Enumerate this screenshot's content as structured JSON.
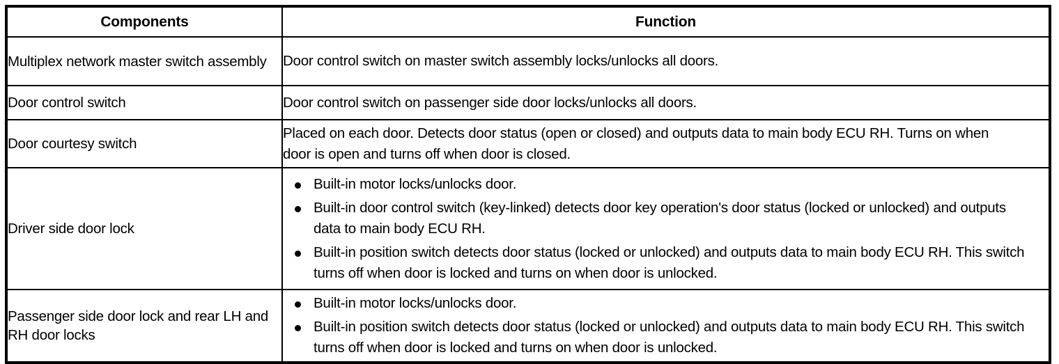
{
  "table": {
    "headers": {
      "components": "Components",
      "function": "Function"
    },
    "rows": [
      {
        "component": "Multiplex network master switch assembly",
        "function_type": "paragraph",
        "function_text": "Door control switch on master switch assembly locks/unlocks all doors."
      },
      {
        "component": "Door control switch",
        "function_type": "paragraph",
        "function_text": "Door control switch on passenger side door locks/unlocks all doors."
      },
      {
        "component": "Door courtesy switch",
        "function_type": "paragraph",
        "function_text": "Placed on each door. Detects door status (open or closed) and outputs data to main body ECU RH. Turns on when door is open and turns off when door is closed."
      },
      {
        "component": "Driver side door lock",
        "function_type": "bullets",
        "bullets": [
          "Built-in motor locks/unlocks door.",
          "Built-in door control switch (key-linked) detects door key operation's door status (locked or unlocked) and outputs data to main body ECU RH.",
          "Built-in position switch detects door status (locked or unlocked) and outputs data to main body ECU RH. This switch turns off when door is locked and turns on when door is unlocked."
        ]
      },
      {
        "component": "Passenger side door lock and rear LH and RH door locks",
        "function_type": "bullets",
        "bullets": [
          "Built-in motor locks/unlocks door.",
          "Built-in position switch detects door status (locked or unlocked) and outputs data to main body ECU RH. This switch turns off when door is locked and turns on when door is unlocked."
        ]
      }
    ]
  },
  "colors": {
    "border": "#000000",
    "text": "#000000",
    "background": "#ffffff"
  }
}
